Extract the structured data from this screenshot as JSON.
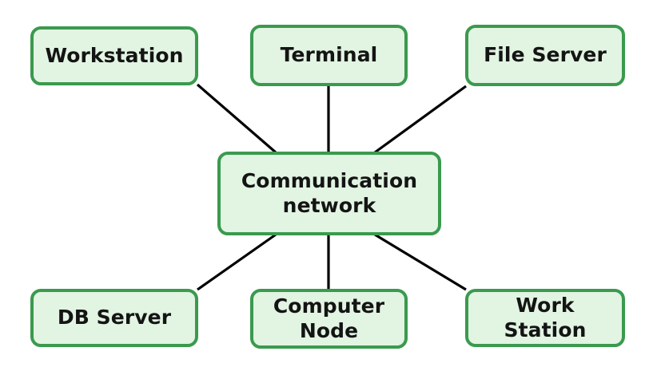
{
  "diagram": {
    "type": "hub-and-spoke network diagram",
    "background_color": "#ffffff",
    "node_fill_color": "#e2f4e2",
    "node_border_color": "#3a9a4e",
    "node_text_color": "#141414",
    "edge_color": "#000000",
    "hub": {
      "id": "hub",
      "label": "Communication\nnetwork"
    },
    "nodes": [
      {
        "id": "workstation",
        "label": "Workstation",
        "position": "top-left"
      },
      {
        "id": "terminal",
        "label": "Terminal",
        "position": "top-center"
      },
      {
        "id": "file-server",
        "label": "File Server",
        "position": "top-right"
      },
      {
        "id": "db-server",
        "label": "DB Server",
        "position": "bottom-left"
      },
      {
        "id": "computer",
        "label": "Computer\nNode",
        "position": "bottom-center"
      },
      {
        "id": "work-station",
        "label": "Work Station",
        "position": "bottom-right"
      }
    ],
    "edges": [
      {
        "from": "workstation",
        "to": "hub"
      },
      {
        "from": "terminal",
        "to": "hub"
      },
      {
        "from": "file-server",
        "to": "hub"
      },
      {
        "from": "hub",
        "to": "db-server"
      },
      {
        "from": "hub",
        "to": "computer"
      },
      {
        "from": "hub",
        "to": "work-station"
      }
    ]
  }
}
